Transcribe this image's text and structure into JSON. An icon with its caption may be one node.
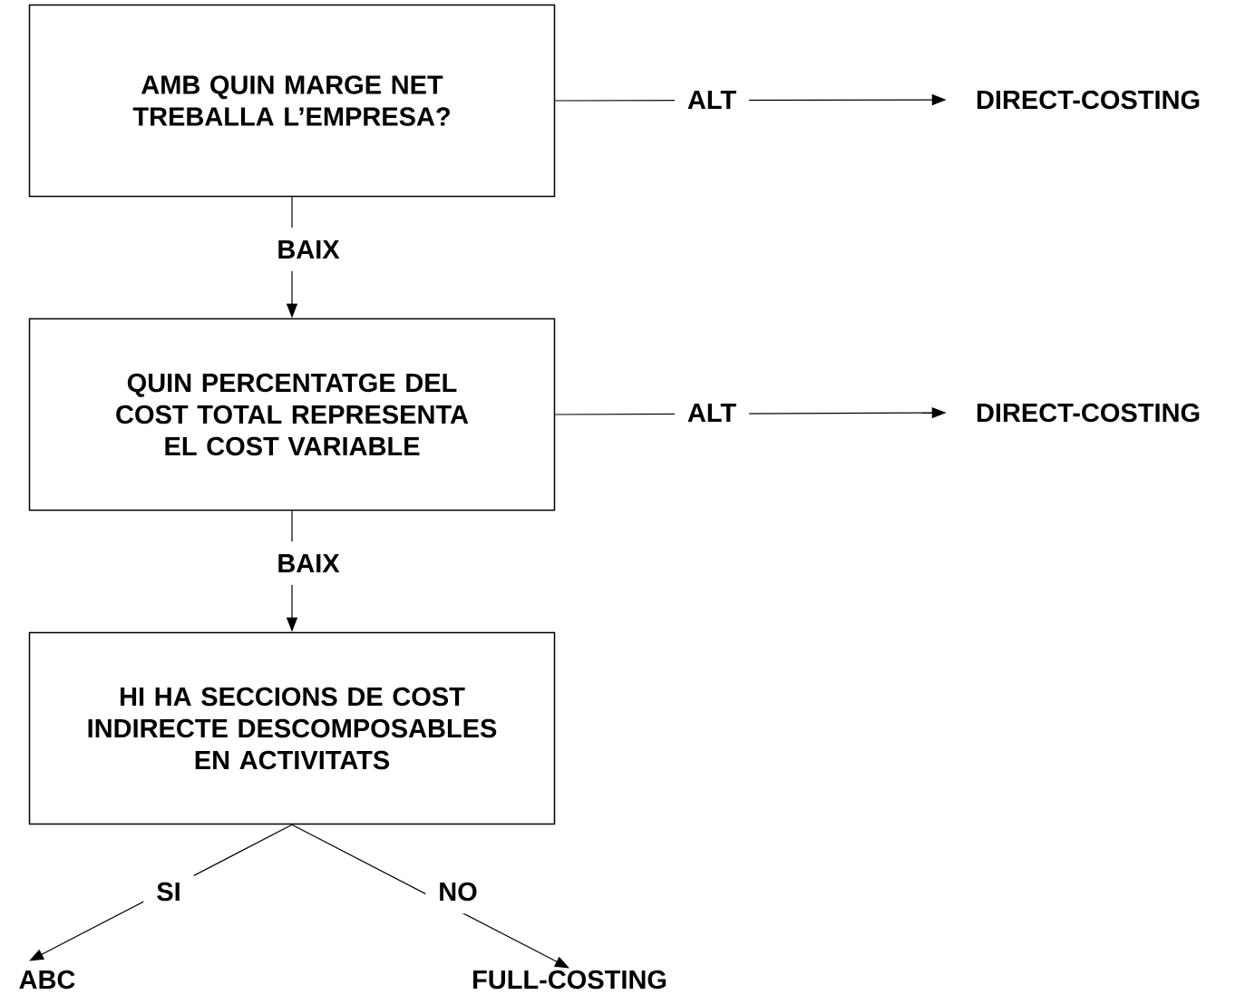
{
  "diagram": {
    "nodes": [
      {
        "text": [
          "AMB QUIN MARGE NET TREBALLA L’EMPRESA?"
        ]
      },
      {
        "text": [
          "QUIN PERCENTATGE DEL COST TOTAL REPRESENTA EL COST VARIABLE"
        ]
      },
      {
        "text": [
          "HI HA SECCIONS DE COST INDIRECTE DESCOMPOSABLES EN ACTIVITATS"
        ]
      },
      {
        "text": [
          "DIRECT-COSTING"
        ]
      },
      {
        "text": [
          "DIRECT-COSTING"
        ]
      },
      {
        "text": [
          "ABC"
        ]
      },
      {
        "text": [
          "FULL-COSTING"
        ]
      }
    ],
    "edges": [
      {
        "from": 0,
        "to": 3,
        "arrow": "to",
        "label": "ALT"
      },
      {
        "from": 0,
        "to": 1,
        "arrow": "to",
        "label": "BAIX"
      },
      {
        "from": 1,
        "to": 4,
        "arrow": "to",
        "label": "ALT"
      },
      {
        "from": 1,
        "to": 2,
        "arrow": "to",
        "label": "BAIX"
      },
      {
        "from": 2,
        "to": 5,
        "arrow": "to",
        "label": "SI"
      },
      {
        "from": 2,
        "to": 6,
        "arrow": "to",
        "label": "NO"
      }
    ]
  }
}
